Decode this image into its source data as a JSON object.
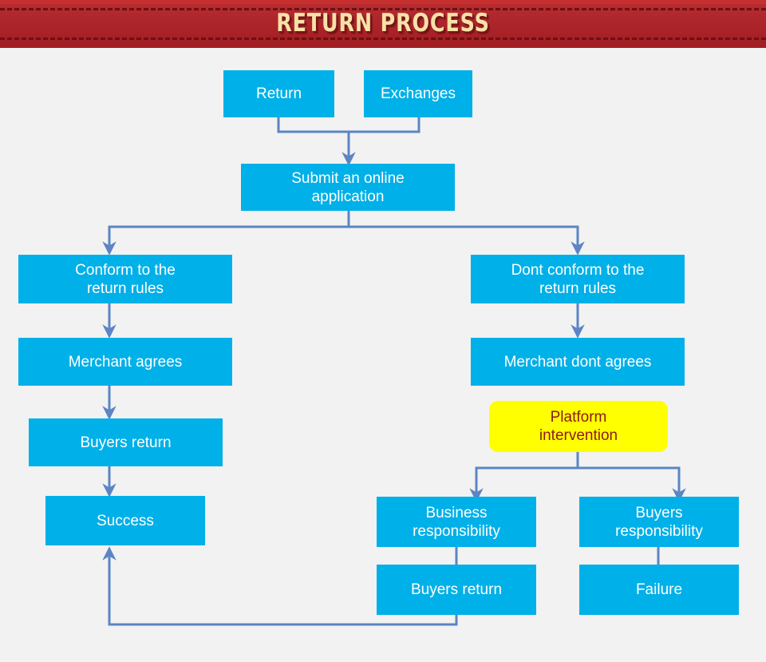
{
  "banner": {
    "title": "RETURN PROCESS",
    "bg_color": "#b32025",
    "title_color": "#f7e2a8",
    "stitch_color": "#6d0f12"
  },
  "canvas": {
    "bg_color": "#f2f2f2",
    "node_color": "#00b0e8",
    "node_text_color": "#ffffff",
    "highlight_color": "#ffff00",
    "highlight_text_color": "#8b1a1a",
    "connector_color": "#5b85c4",
    "connector_alt_color": "#8f1d26"
  },
  "nodes": [
    {
      "id": "return",
      "label": "Return"
    },
    {
      "id": "exchanges",
      "label": "Exchanges"
    },
    {
      "id": "submit",
      "label": "Submit an online application"
    },
    {
      "id": "conform",
      "label": "Conform to the return rules"
    },
    {
      "id": "merchant-agrees",
      "label": "Merchant agrees"
    },
    {
      "id": "buyers-return-left",
      "label": "Buyers return"
    },
    {
      "id": "success",
      "label": "Success"
    },
    {
      "id": "dont-conform",
      "label": "Dont conform to the return rules"
    },
    {
      "id": "merchant-dont-agrees",
      "label": "Merchant dont agrees"
    },
    {
      "id": "platform",
      "label": "Platform intervention"
    },
    {
      "id": "business-resp",
      "label": "Business responsibility"
    },
    {
      "id": "buyers-resp",
      "label": "Buyers responsibility"
    },
    {
      "id": "buyers-return-right",
      "label": "Buyers return"
    },
    {
      "id": "failure",
      "label": "Failure"
    }
  ],
  "node_lines": {
    "return": [
      "Return"
    ],
    "exchanges": [
      "Exchanges"
    ],
    "submit": [
      "Submit an online",
      "application"
    ],
    "conform": [
      "Conform to the",
      "return rules"
    ],
    "merchant_agrees": [
      "Merchant agrees"
    ],
    "buyers_return_left": [
      "Buyers return"
    ],
    "success": [
      "Success"
    ],
    "dont_conform": [
      "Dont conform to the",
      "return rules"
    ],
    "merchant_dont_agrees": [
      "Merchant dont agrees"
    ],
    "platform": [
      "Platform",
      "intervention"
    ],
    "business_resp": [
      "Business",
      "responsibility"
    ],
    "buyers_resp": [
      "Buyers",
      "responsibility"
    ],
    "buyers_return_right": [
      "Buyers return"
    ],
    "failure": [
      "Failure"
    ]
  },
  "edges": [
    {
      "from": "return",
      "to": "submit"
    },
    {
      "from": "exchanges",
      "to": "submit"
    },
    {
      "from": "submit",
      "to": "conform"
    },
    {
      "from": "submit",
      "to": "dont-conform"
    },
    {
      "from": "conform",
      "to": "merchant-agrees"
    },
    {
      "from": "merchant-agrees",
      "to": "buyers-return-left"
    },
    {
      "from": "buyers-return-left",
      "to": "success"
    },
    {
      "from": "dont-conform",
      "to": "merchant-dont-agrees"
    },
    {
      "from": "merchant-dont-agrees",
      "to": "platform"
    },
    {
      "from": "platform",
      "to": "business-resp"
    },
    {
      "from": "platform",
      "to": "buyers-resp"
    },
    {
      "from": "business-resp",
      "to": "buyers-return-right"
    },
    {
      "from": "buyers-resp",
      "to": "failure"
    },
    {
      "from": "buyers-return-right",
      "to": "success"
    }
  ]
}
